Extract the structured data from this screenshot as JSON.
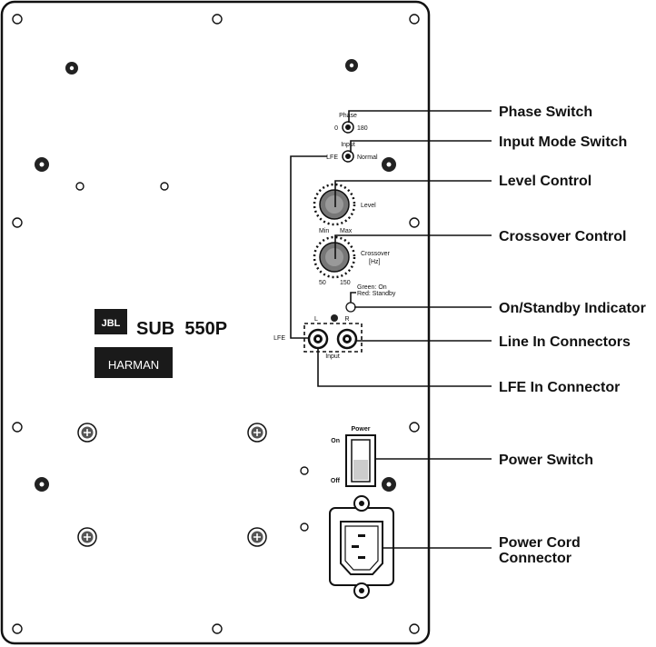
{
  "panel": {
    "model": "SUB  550P",
    "brand_logo": "JBL",
    "brand_harman": "HARMAN"
  },
  "controls": {
    "phase": {
      "title": "Phase",
      "left": "0",
      "right": "180"
    },
    "input_mode": {
      "title": "Input",
      "left": "LFE",
      "right": "Normal"
    },
    "level": {
      "title": "Level",
      "min": "Min",
      "max": "Max"
    },
    "crossover": {
      "title": "Crossover",
      "unit": "[Hz]",
      "min": "50",
      "max": "150"
    },
    "indicator": {
      "green": "Green: On",
      "red": "Red: Standby"
    },
    "line_in": {
      "left": "L",
      "right": "R",
      "title": "Input"
    },
    "lfe": {
      "label": "LFE"
    },
    "power": {
      "title": "Power",
      "on": "On",
      "off": "Off"
    }
  },
  "callouts": [
    "Phase Switch",
    "Input Mode Switch",
    "Level Control",
    "Crossover Control",
    "On/Standby Indicator",
    "Line In Connectors",
    "LFE In Connector",
    "Power Switch",
    "Power Cord",
    "Connector"
  ],
  "colors": {
    "line": "#111111",
    "panel": "#ffffff",
    "screw": "#222222",
    "logo_bg": "#1a1a1a"
  }
}
